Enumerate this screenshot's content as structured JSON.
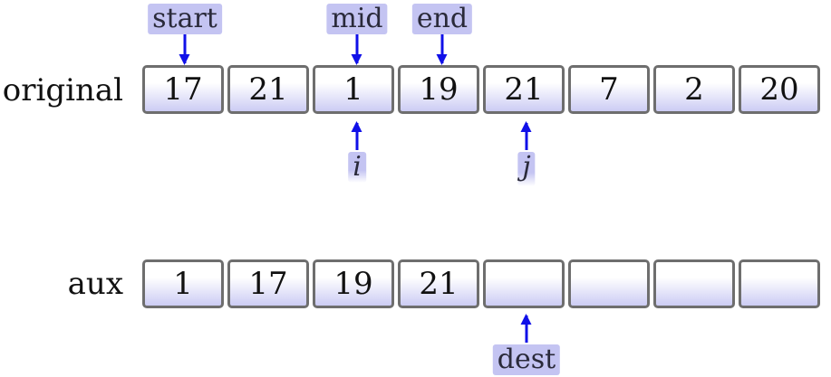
{
  "original": {
    "label": "original",
    "cells": [
      "17",
      "21",
      "1",
      "19",
      "21",
      "7",
      "2",
      "20"
    ]
  },
  "aux": {
    "label": "aux",
    "cells": [
      "1",
      "17",
      "19",
      "21",
      "",
      "",
      "",
      ""
    ]
  },
  "pointers": {
    "start": "start",
    "mid": "mid",
    "end": "end",
    "i": "i",
    "j": "j",
    "dest": "dest"
  },
  "colors": {
    "arrow": "#1010e8",
    "tag": "#c4c4f2",
    "cell_border": "#6e6e6e",
    "cell_gradient_bottom": "#ccccf4"
  }
}
